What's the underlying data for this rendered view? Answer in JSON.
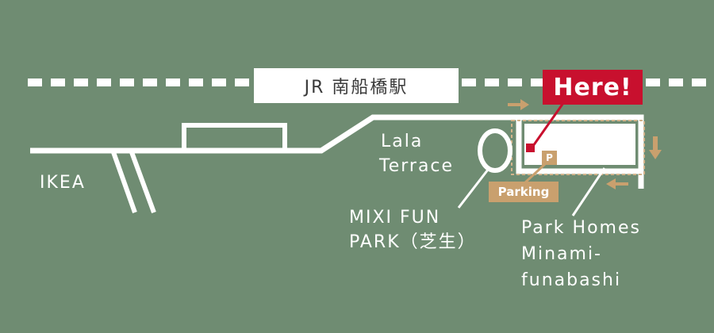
{
  "station": {
    "label": "JR 南船橋駅"
  },
  "marker": {
    "label": "Here!"
  },
  "places": {
    "ikea": "IKEA",
    "lala_line1": "Lala",
    "lala_line2": "Terrace",
    "mixi_line1": "MIXI FUN",
    "mixi_line2": "PARK（芝生）",
    "park_homes_line1": "Park Homes",
    "park_homes_line2": "Minami-",
    "park_homes_line3": "funabashi"
  },
  "parking": {
    "label": "Parking",
    "badge": "P"
  },
  "colors": {
    "background": "#6f8c72",
    "road": "#ffffff",
    "marker": "#c8102e",
    "parking": "#c9a06e",
    "dashed_outline": "#d4b48c"
  }
}
